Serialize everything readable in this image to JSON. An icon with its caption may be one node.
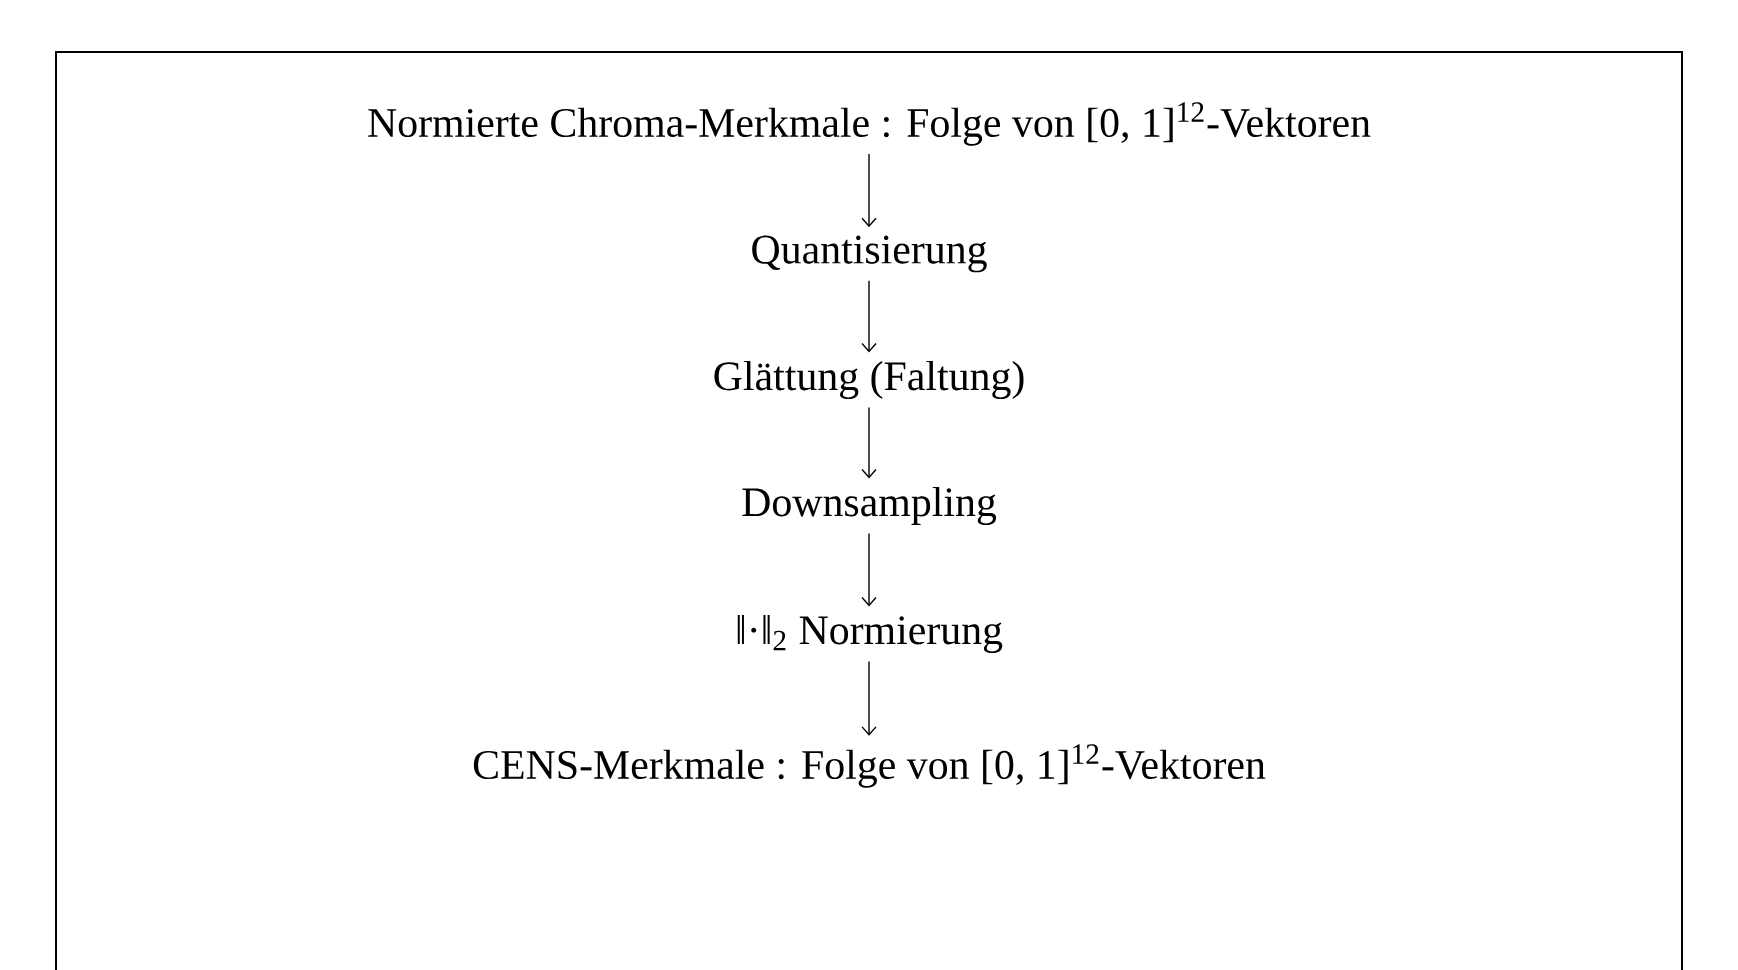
{
  "diagram": {
    "nodes": [
      {
        "text": [
          "Normierte Chroma-Merkmale : Folge von [0, 1]$^{12}$-Vektoren"
        ]
      },
      {
        "text": [
          "Quantisierung"
        ]
      },
      {
        "text": [
          "Glättung (Faltung)"
        ]
      },
      {
        "text": [
          "Downsampling"
        ]
      },
      {
        "text": [
          "‖·‖$_{2}$ Normierung"
        ]
      },
      {
        "text": [
          "CENS-Merkmale : Folge von [0, 1]$^{12}$-Vektoren"
        ]
      }
    ],
    "edges": [
      {
        "from": 0,
        "to": 1,
        "arrow": "to"
      },
      {
        "from": 1,
        "to": 2,
        "arrow": "to"
      },
      {
        "from": 2,
        "to": 3,
        "arrow": "to"
      },
      {
        "from": 3,
        "to": 4,
        "arrow": "to"
      },
      {
        "from": 4,
        "to": 5,
        "arrow": "to"
      }
    ]
  }
}
